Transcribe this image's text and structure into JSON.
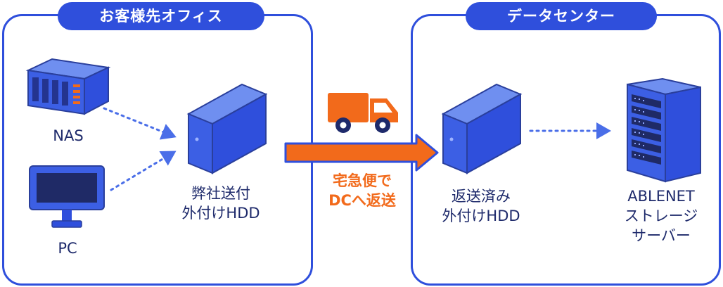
{
  "office": {
    "title": "お客様先オフィス"
  },
  "datacenter": {
    "title": "データセンター"
  },
  "nodes": {
    "nas": "NAS",
    "pc": "PC",
    "hdd_office_line1": "弊社送付",
    "hdd_office_line2": "外付けHDD",
    "hdd_dc_line1": "返送済み",
    "hdd_dc_line2": "外付けHDD",
    "server_line1": "ABLENET",
    "server_line2": "ストレージ",
    "server_line3": "サーバー"
  },
  "transfer": {
    "line1": "宅急便で",
    "line2": "DCへ返送"
  },
  "colors": {
    "primary": "#2f4fdc",
    "accent": "#f26a1b",
    "text": "#1e2a6b"
  }
}
